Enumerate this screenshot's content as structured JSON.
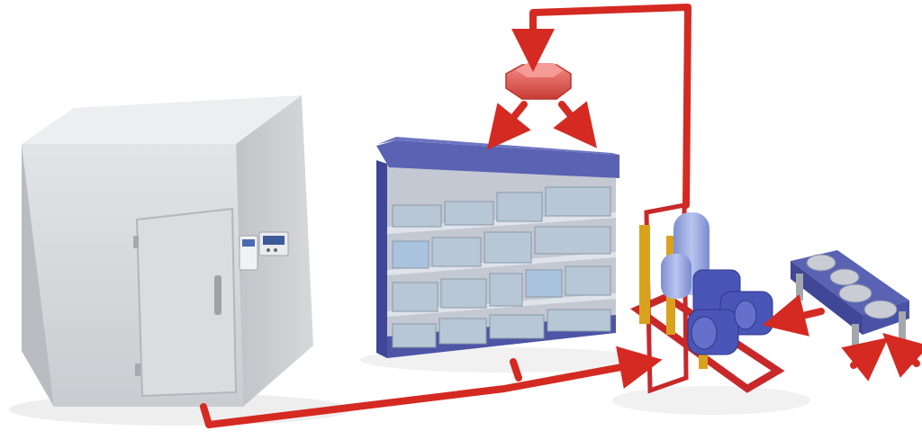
{
  "diagram": {
    "components": [
      {
        "id": "cold-room",
        "icon": "walk-in-cold-room"
      },
      {
        "id": "display-case",
        "icon": "refrigerated-display-shelf"
      },
      {
        "id": "heat-recovery",
        "icon": "heat-exchanger-unit"
      },
      {
        "id": "compressor-rack",
        "icon": "compressor-rack"
      },
      {
        "id": "condenser",
        "icon": "fan-condenser"
      }
    ],
    "flows": [
      {
        "from": "cold-room",
        "to": "compressor-rack"
      },
      {
        "from": "display-case",
        "to": "compressor-rack"
      },
      {
        "from": "compressor-rack",
        "to": "heat-recovery"
      },
      {
        "from": "heat-recovery",
        "to": "display-case"
      },
      {
        "from": "condenser",
        "to": "compressor-rack"
      }
    ],
    "colors": {
      "flow_arrow": "#d42a22",
      "cold_room_body": "#d7d9dc",
      "display_case": "#5a62b3",
      "products": "#b8c7d6",
      "compressor": "#4a55b8",
      "compressor_tank": "#98a8e0",
      "frame": "#d9a21d",
      "frame_red": "#c8282a",
      "heat_unit": "#e8605a"
    }
  }
}
